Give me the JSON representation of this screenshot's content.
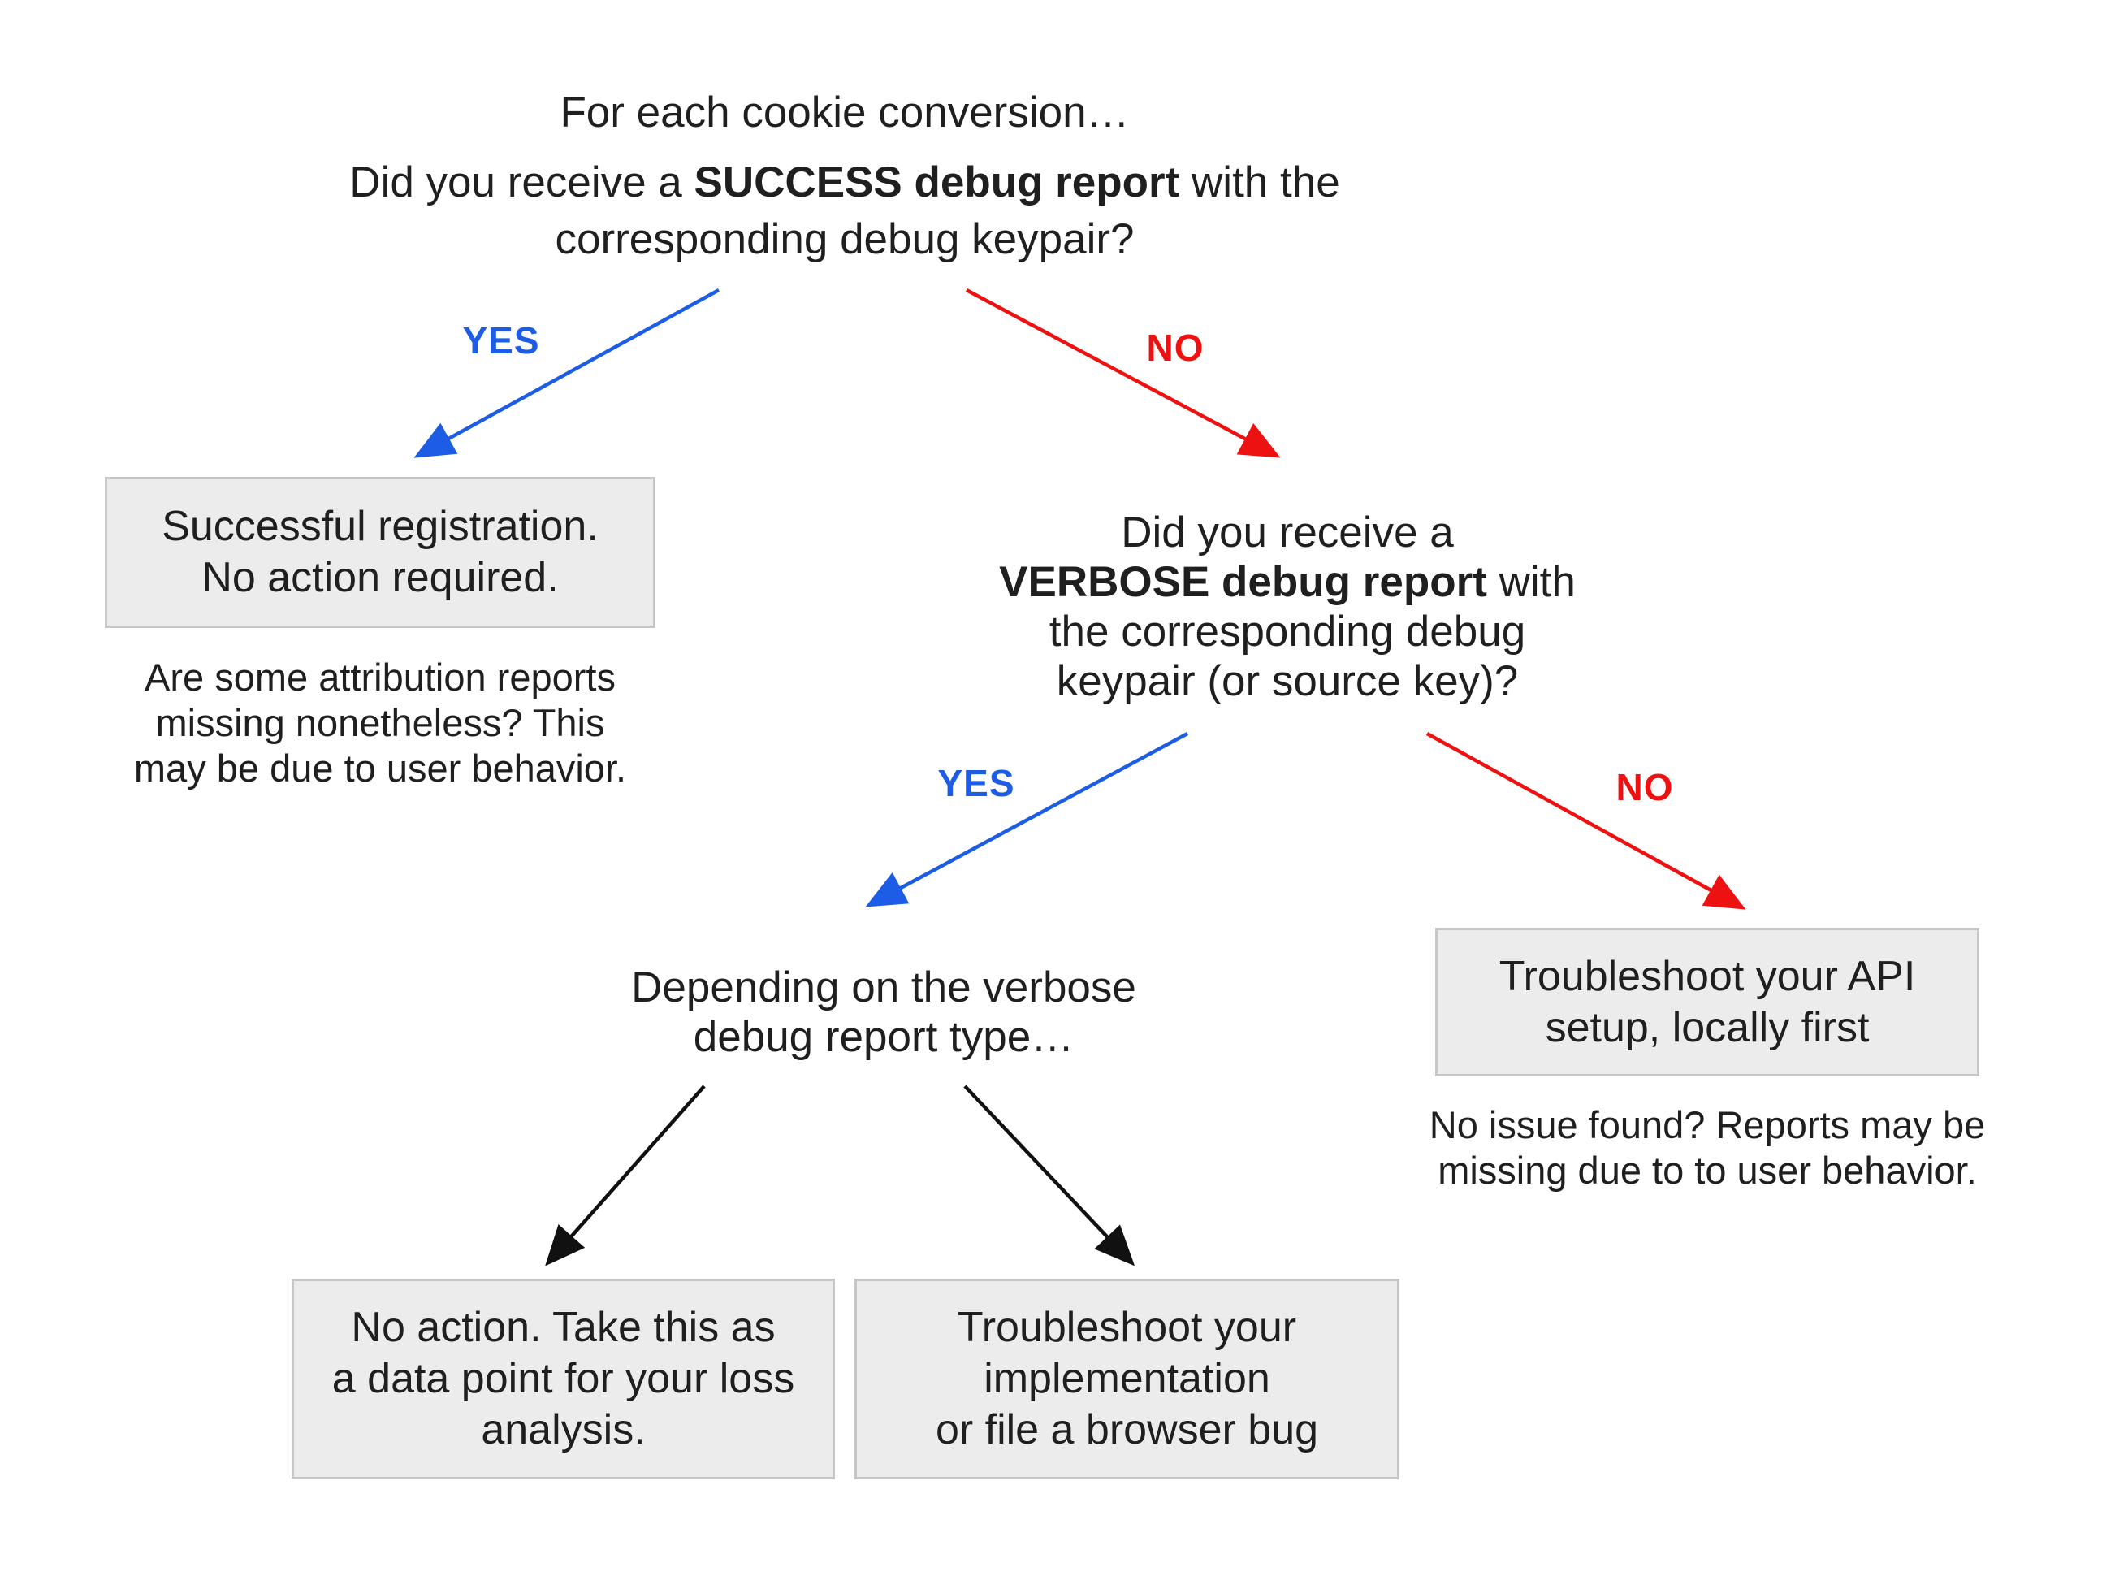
{
  "diagram": {
    "colors": {
      "yes_blue": "#1d5de6",
      "no_red": "#ee1111",
      "neutral_arrow": "#111111",
      "box_fill": "#ececec",
      "box_border": "#c6c6c6",
      "text": "#1f1f1f",
      "background": "#ffffff"
    },
    "root_question": {
      "intro": "For each cookie conversion…",
      "line1_pre": "Did you receive a ",
      "line1_bold": "SUCCESS debug report",
      "line1_post": " with the",
      "line2": "corresponding debug keypair?"
    },
    "branch1": {
      "yes_label": "YES",
      "no_label": "NO"
    },
    "success_outcome": {
      "box_line1": "Successful registration.",
      "box_line2": "No action required.",
      "note_line1": "Are some attribution reports",
      "note_line2": "missing nonetheless? This",
      "note_line3": "may be due to user behavior."
    },
    "verbose_question": {
      "line1": "Did you receive a",
      "line2_bold": "VERBOSE debug report",
      "line2_post": " with",
      "line3": "the corresponding debug",
      "line4": "keypair (or source key)?"
    },
    "branch2": {
      "yes_label": "YES",
      "no_label": "NO"
    },
    "depending": {
      "line1": "Depending on the verbose",
      "line2": "debug report type…"
    },
    "api_outcome": {
      "box_line1": "Troubleshoot your API",
      "box_line2": "setup, locally first",
      "note_line1": "No issue found? Reports may be",
      "note_line2": "missing due to to user behavior."
    },
    "loss_outcome": {
      "line1": "No action. Take this as",
      "line2": "a data point for your loss",
      "line3": "analysis."
    },
    "implementation_outcome": {
      "line1": "Troubleshoot your",
      "line2": "implementation",
      "line3": "or file a browser bug"
    }
  }
}
